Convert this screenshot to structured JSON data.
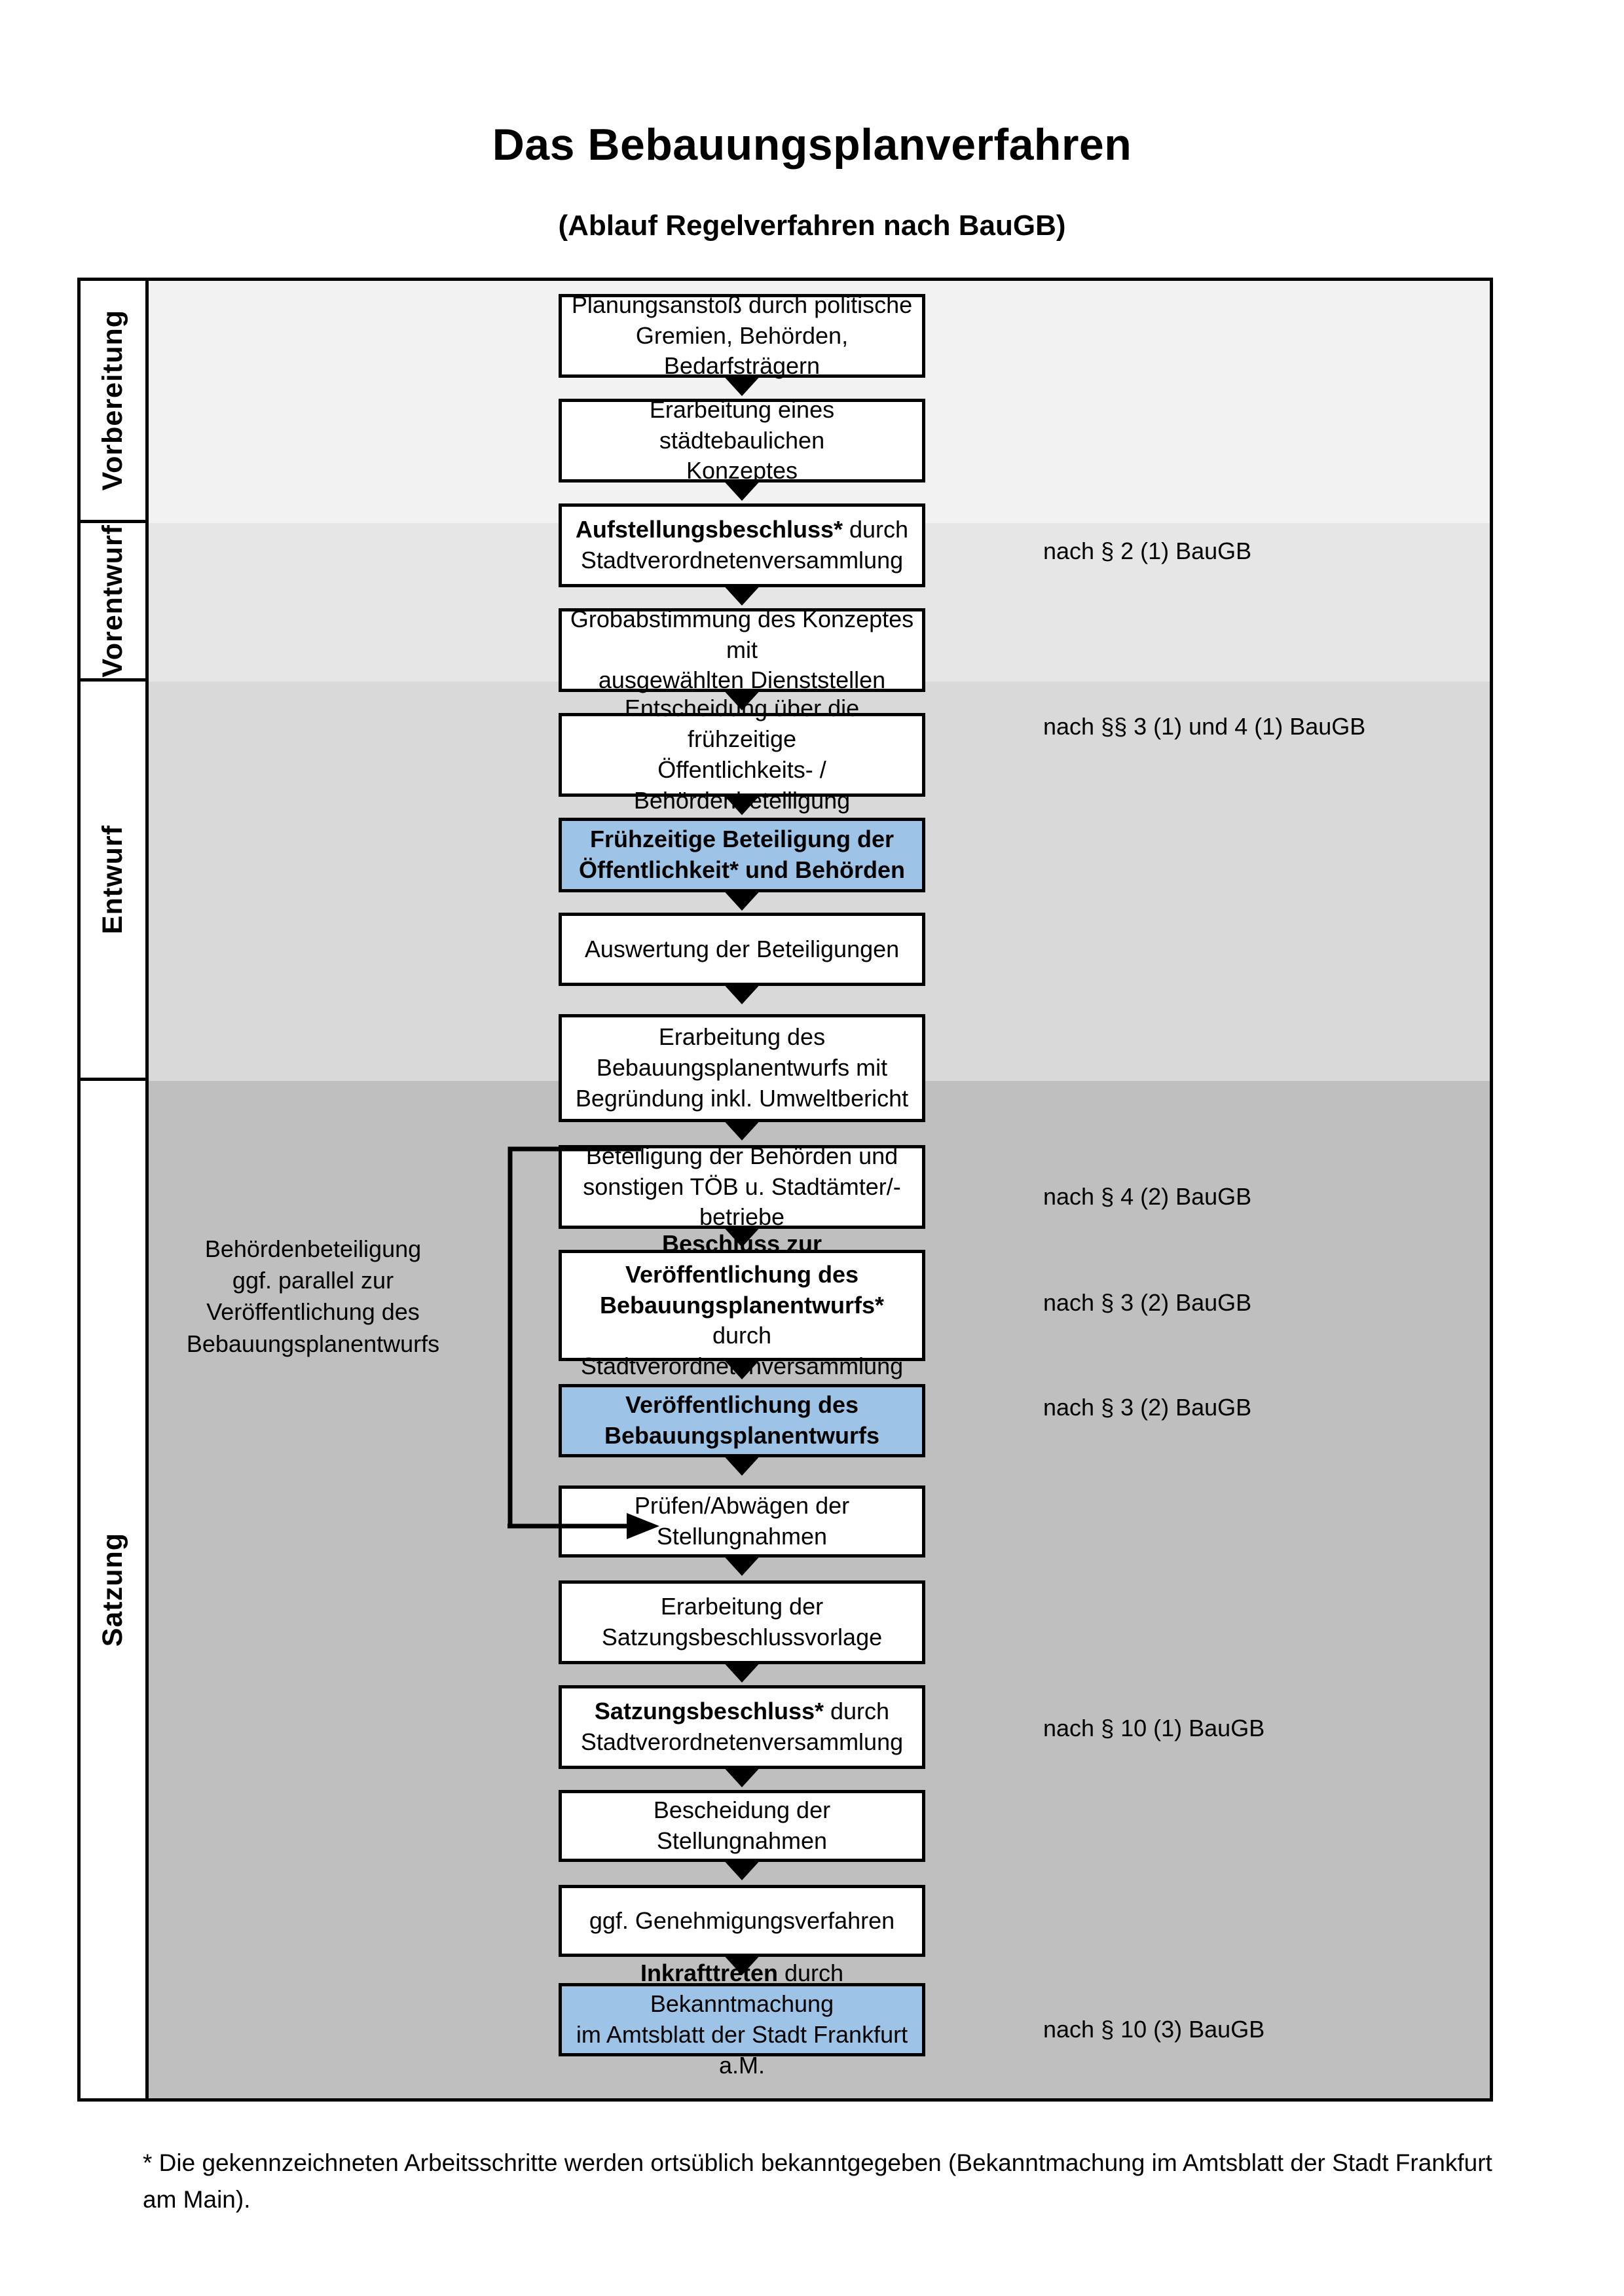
{
  "title": "Das Bebauungsplanverfahren",
  "subtitle": "(Ablauf Regelverfahren nach BauGB)",
  "phases": [
    {
      "label": "Vorbereitung",
      "bg": "#f2f2f2"
    },
    {
      "label": "Vorentwurf",
      "bg": "#e6e6e6"
    },
    {
      "label": "Entwurf",
      "bg": "#d9d9d9"
    },
    {
      "label": "Satzung",
      "bg": "#bfbfbf"
    }
  ],
  "steps": [
    {
      "id": "planungsanstoss",
      "line1": "Planungsanstoß durch politische",
      "line2": "Gremien, Behörden, Bedarfsträgern",
      "line3": "",
      "bold_prefix": "",
      "highlight": false
    },
    {
      "id": "konzept",
      "line1": "Erarbeitung eines städtebaulichen",
      "line2": "Konzeptes",
      "line3": "",
      "bold_prefix": "",
      "highlight": false
    },
    {
      "id": "aufstellungsbeschluss",
      "line1": " durch",
      "line2": "Stadtverordnetenversammlung",
      "line3": "",
      "bold_prefix": "Aufstellungsbeschluss*",
      "highlight": false
    },
    {
      "id": "grobabstimmung",
      "line1": "Grobabstimmung des Konzeptes mit",
      "line2": "ausgewählten Dienststellen",
      "line3": "",
      "bold_prefix": "",
      "highlight": false
    },
    {
      "id": "entscheidung-fruehzeitig",
      "line1": "Entscheidung über die frühzeitige",
      "line2": "Öffentlichkeits- / Behördenbeteiligung",
      "line3": "",
      "bold_prefix": "",
      "highlight": false
    },
    {
      "id": "fruehzeitige-beteiligung",
      "line1": "Frühzeitige Beteiligung der",
      "line2": "Öffentlichkeit* und Behörden",
      "line3": "",
      "bold_prefix": "",
      "highlight": true,
      "all_bold": true
    },
    {
      "id": "auswertung",
      "line1": "Auswertung der Beteiligungen",
      "line2": "",
      "line3": "",
      "bold_prefix": "",
      "highlight": false
    },
    {
      "id": "erarbeitung-entwurf",
      "line1": "Erarbeitung des",
      "line2": "Bebauungsplanentwurfs mit",
      "line3": "Begründung inkl. Umweltbericht",
      "bold_prefix": "",
      "highlight": false
    },
    {
      "id": "beteiligung-behoerden",
      "line1": "Beteiligung der Behörden und",
      "line2": "sonstigen TÖB u. Stadtämter/-betriebe",
      "line3": "",
      "bold_prefix": "",
      "highlight": false
    },
    {
      "id": "beschluss-veroeffentlichung",
      "line1": "Beschluss zur Veröffentlichung des",
      "line2": "Bebauungsplanentwurfs*",
      "line2_tail": " durch",
      "line3": "Stadtverordnetenversammlung",
      "bold_prefix": "",
      "highlight": false,
      "two_bold_lines": true
    },
    {
      "id": "veroeffentlichung",
      "line1": "Veröffentlichung des",
      "line2": "Bebauungsplanentwurfs",
      "line3": "",
      "bold_prefix": "",
      "highlight": true,
      "all_bold": true
    },
    {
      "id": "pruefen-abwaegen",
      "line1": "Prüfen/Abwägen der Stellungnahmen",
      "line2": "",
      "line3": "",
      "bold_prefix": "",
      "highlight": false
    },
    {
      "id": "satzungsvorlage",
      "line1": "Erarbeitung der",
      "line2": "Satzungsbeschlussvorlage",
      "line3": "",
      "bold_prefix": "",
      "highlight": false
    },
    {
      "id": "satzungsbeschluss",
      "line1": " durch",
      "line2": "Stadtverordnetenversammlung",
      "line3": "",
      "bold_prefix": "Satzungsbeschluss*",
      "highlight": false
    },
    {
      "id": "bescheidung",
      "line1": "Bescheidung der Stellungnahmen",
      "line2": "",
      "line3": "",
      "bold_prefix": "",
      "highlight": false
    },
    {
      "id": "genehmigungsverfahren",
      "line1": "ggf. Genehmigungsverfahren",
      "line2": "",
      "line3": "",
      "bold_prefix": "",
      "highlight": false
    },
    {
      "id": "inkrafttreten",
      "line1": " durch Bekanntmachung",
      "line2": "im Amtsblatt der Stadt Frankfurt a.M.",
      "line3": "",
      "bold_prefix": "Inkrafttreten",
      "highlight": true
    }
  ],
  "references": [
    {
      "id": "ref-par2-1",
      "text": "nach § 2 (1) BauGB"
    },
    {
      "id": "ref-par3-4-1",
      "text": "nach §§ 3 (1) und 4 (1) BauGB"
    },
    {
      "id": "ref-par4-2",
      "text": "nach § 4 (2) BauGB"
    },
    {
      "id": "ref-par3-2-a",
      "text": "nach § 3 (2) BauGB"
    },
    {
      "id": "ref-par3-2-b",
      "text": "nach § 3 (2) BauGB"
    },
    {
      "id": "ref-par10-1",
      "text": "nach § 10 (1) BauGB"
    },
    {
      "id": "ref-par10-3",
      "text": "nach § 10 (3) BauGB"
    }
  ],
  "side_note": {
    "line1": "Behördenbeteiligung",
    "line2": "ggf. parallel zur",
    "line3": "Veröffentlichung des",
    "line4": "Bebauungsplanentwurfs"
  },
  "footnote": "* Die gekennzeichneten Arbeitsschritte werden ortsüblich bekanntgegeben (Bekanntmachung im Amtsblatt  der Stadt Frankfurt am Main).",
  "colors": {
    "highlight_blue": "#9dc3e6",
    "band_1": "#f2f2f2",
    "band_2": "#e6e6e6",
    "band_3": "#d9d9d9",
    "band_4": "#bfbfbf",
    "stroke": "#000000"
  }
}
